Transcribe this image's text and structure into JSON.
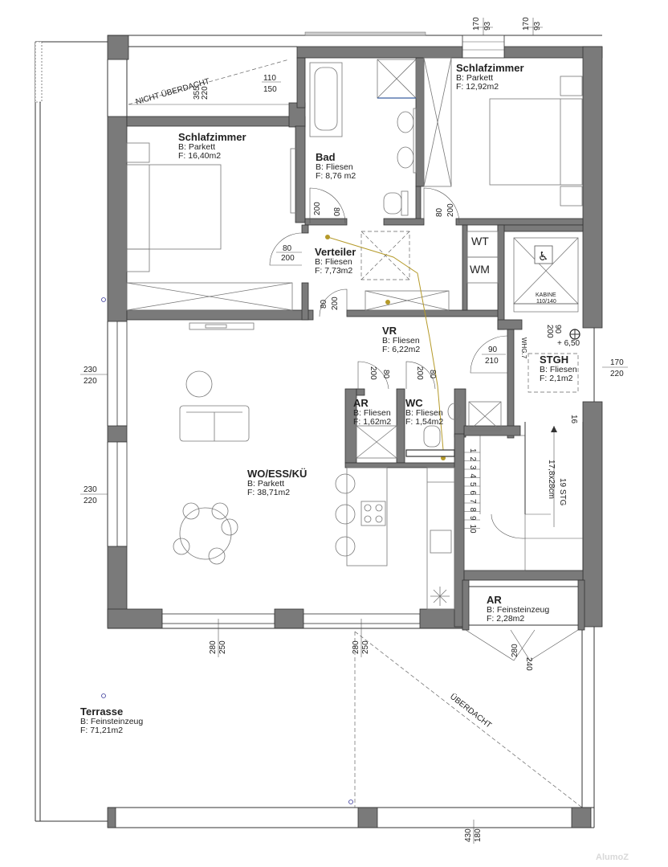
{
  "rooms": {
    "schlafzimmer_left": {
      "name": "Schlafzimmer",
      "floor": "B: Parkett",
      "area": "F: 16,40m2"
    },
    "schlafzimmer_right": {
      "name": "Schlafzimmer",
      "floor": "B: Parkett",
      "area": "F: 12,92m2"
    },
    "bad": {
      "name": "Bad",
      "floor": "B: Fliesen",
      "area": "F: 8,76  m2"
    },
    "verteiler": {
      "name": "Verteiler",
      "floor": "B: Fliesen",
      "area": "F: 7,73m2"
    },
    "vr": {
      "name": "VR",
      "floor": "B: Fliesen",
      "area": "F: 6,22m2"
    },
    "ar_small": {
      "name": "AR",
      "floor": "B: Fliesen",
      "area": "F: 1,62m2"
    },
    "wc": {
      "name": "WC",
      "floor": "B: Fliesen",
      "area": "F: 1,54m2"
    },
    "stgh": {
      "name": "STGH",
      "floor": "B: Fliesen",
      "area": "F: 2,1m2"
    },
    "wo_ess_kue": {
      "name": "WO/ESS/KÜ",
      "floor": "B: Parkett",
      "area": "F: 38,71m2"
    },
    "ar_terrace": {
      "name": "AR",
      "floor": "B: Feinsteinzeug",
      "area": "F: 2,28m2"
    },
    "terrasse": {
      "name": "Terrasse",
      "floor": "B: Feinsteinzeug",
      "area": "F: 71,21m2"
    }
  },
  "labels": {
    "nicht_ueberdacht": "NICHT ÜBERDACHT",
    "ueberdacht": "ÜBERDACHT",
    "wt": "WT",
    "wm": "WM",
    "kabine": "KABINE",
    "kabine_size": "110/140",
    "stairs_count": "19 STG",
    "stairs_ratio": "17,8x28cm",
    "level": "+ 6,50",
    "whg": "WHG.7",
    "watermark": "AlumoZ"
  },
  "dims": {
    "top_93_a": "93",
    "top_170_a": "170",
    "top_93_b": "93",
    "top_170_b": "170",
    "d355": "355",
    "d220_top": "220",
    "d110": "110",
    "d150": "150",
    "bad_door_80": "80",
    "bad_door_200": "200",
    "sz_door_80": "80",
    "sz_door_200": "200",
    "vert_80": "80",
    "vert_200": "200",
    "vert_low_80": "80",
    "vert_low_200": "200",
    "ar_200": "200",
    "ar_80": "80",
    "wc_200": "200",
    "wc_80": "80",
    "vr_90": "90",
    "vr_210": "210",
    "lift_90": "90",
    "lift_200": "200",
    "stgh_170": "170",
    "stgh_220": "220",
    "left_230_a": "230",
    "left_220_a": "220",
    "left_230_b": "230",
    "left_220_b": "220",
    "bot_250_a": "250",
    "bot_280_a": "280",
    "bot_250_b": "250",
    "bot_280_b": "280",
    "ar_t_280": "280",
    "ar_t_240": "240",
    "ter_430": "430",
    "ter_180": "180",
    "stair_16": "16",
    "steps": [
      "1",
      "2",
      "3",
      "4",
      "5",
      "6",
      "7",
      "8",
      "9",
      "10"
    ]
  }
}
